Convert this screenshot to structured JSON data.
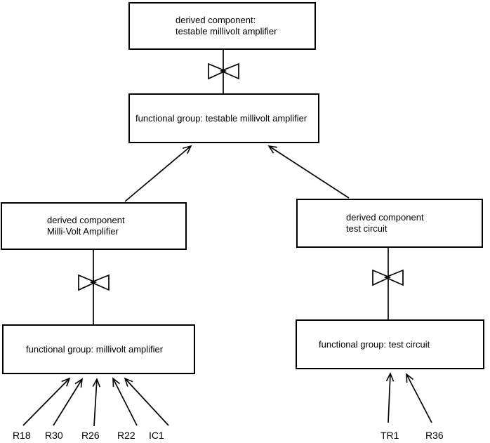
{
  "diagram": {
    "colors": {
      "background": "#ffffff",
      "line": "#000000",
      "text": "#000000"
    },
    "boxes": {
      "derived_testable": {
        "line1": "derived component:",
        "line2": "testable millivolt amplifier"
      },
      "functional_testable": {
        "line1": "functional group: testable millivolt amplifier"
      },
      "derived_mv": {
        "line1": "derived component",
        "line2": "Milli-Volt Amplifier"
      },
      "derived_test": {
        "line1": "derived component",
        "line2": "test circuit"
      },
      "functional_mv": {
        "line1": "functional group: millivolt amplifier"
      },
      "functional_test": {
        "line1": "functional group: test circuit"
      }
    },
    "components_left": [
      "R18",
      "R30",
      "R26",
      "R22",
      "IC1"
    ],
    "components_right": [
      "TR1",
      "R36"
    ]
  }
}
